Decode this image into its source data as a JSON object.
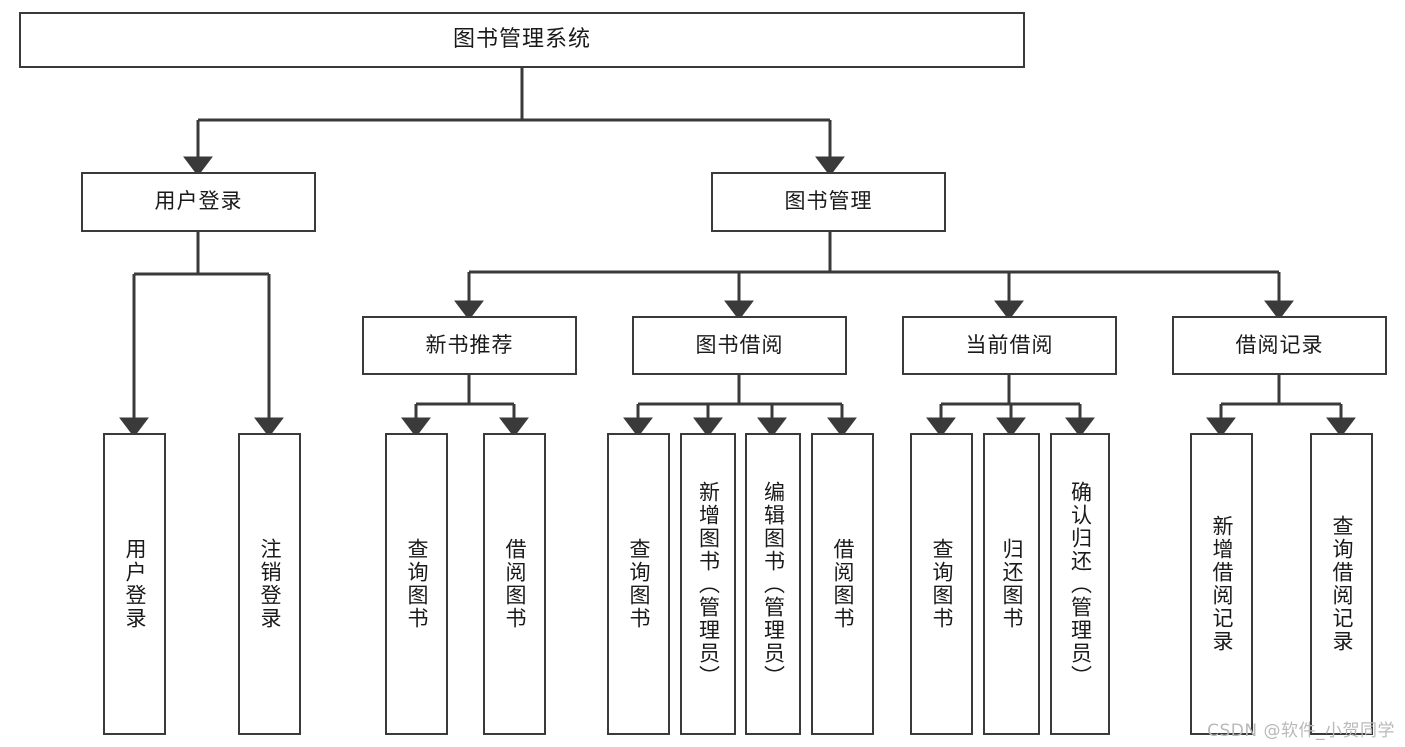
{
  "diagram": {
    "type": "tree-hierarchy-chart",
    "title": "图书管理系统",
    "line_color": "#3a3a3a",
    "box_fill": "#ffffff",
    "text_color": "#1a1a1a",
    "watermark_color": "#b9b9b9"
  },
  "nodes": {
    "root": {
      "label": "图书管理系统"
    },
    "level2": [
      {
        "label": "用户登录"
      },
      {
        "label": "图书管理"
      }
    ],
    "level3": [
      {
        "label": "新书推荐"
      },
      {
        "label": "图书借阅"
      },
      {
        "label": "当前借阅"
      },
      {
        "label": "借阅记录"
      }
    ],
    "leaves_user_login": [
      {
        "label": "用户登录"
      },
      {
        "label": "注销登录"
      }
    ],
    "leaves_new_book": [
      {
        "label": "查询图书"
      },
      {
        "label": "借阅图书"
      }
    ],
    "leaves_borrow": [
      {
        "label": "查询图书"
      },
      {
        "label": "新增图书（管理员）"
      },
      {
        "label": "编辑图书（管理员）"
      },
      {
        "label": "借阅图书"
      }
    ],
    "leaves_current": [
      {
        "label": "查询图书"
      },
      {
        "label": "归还图书"
      },
      {
        "label": "确认归还（管理员）"
      }
    ],
    "leaves_record": [
      {
        "label": "新增借阅记录"
      },
      {
        "label": "查询借阅记录"
      }
    ]
  },
  "watermark": {
    "text": "CSDN @软件_小贺同学"
  }
}
